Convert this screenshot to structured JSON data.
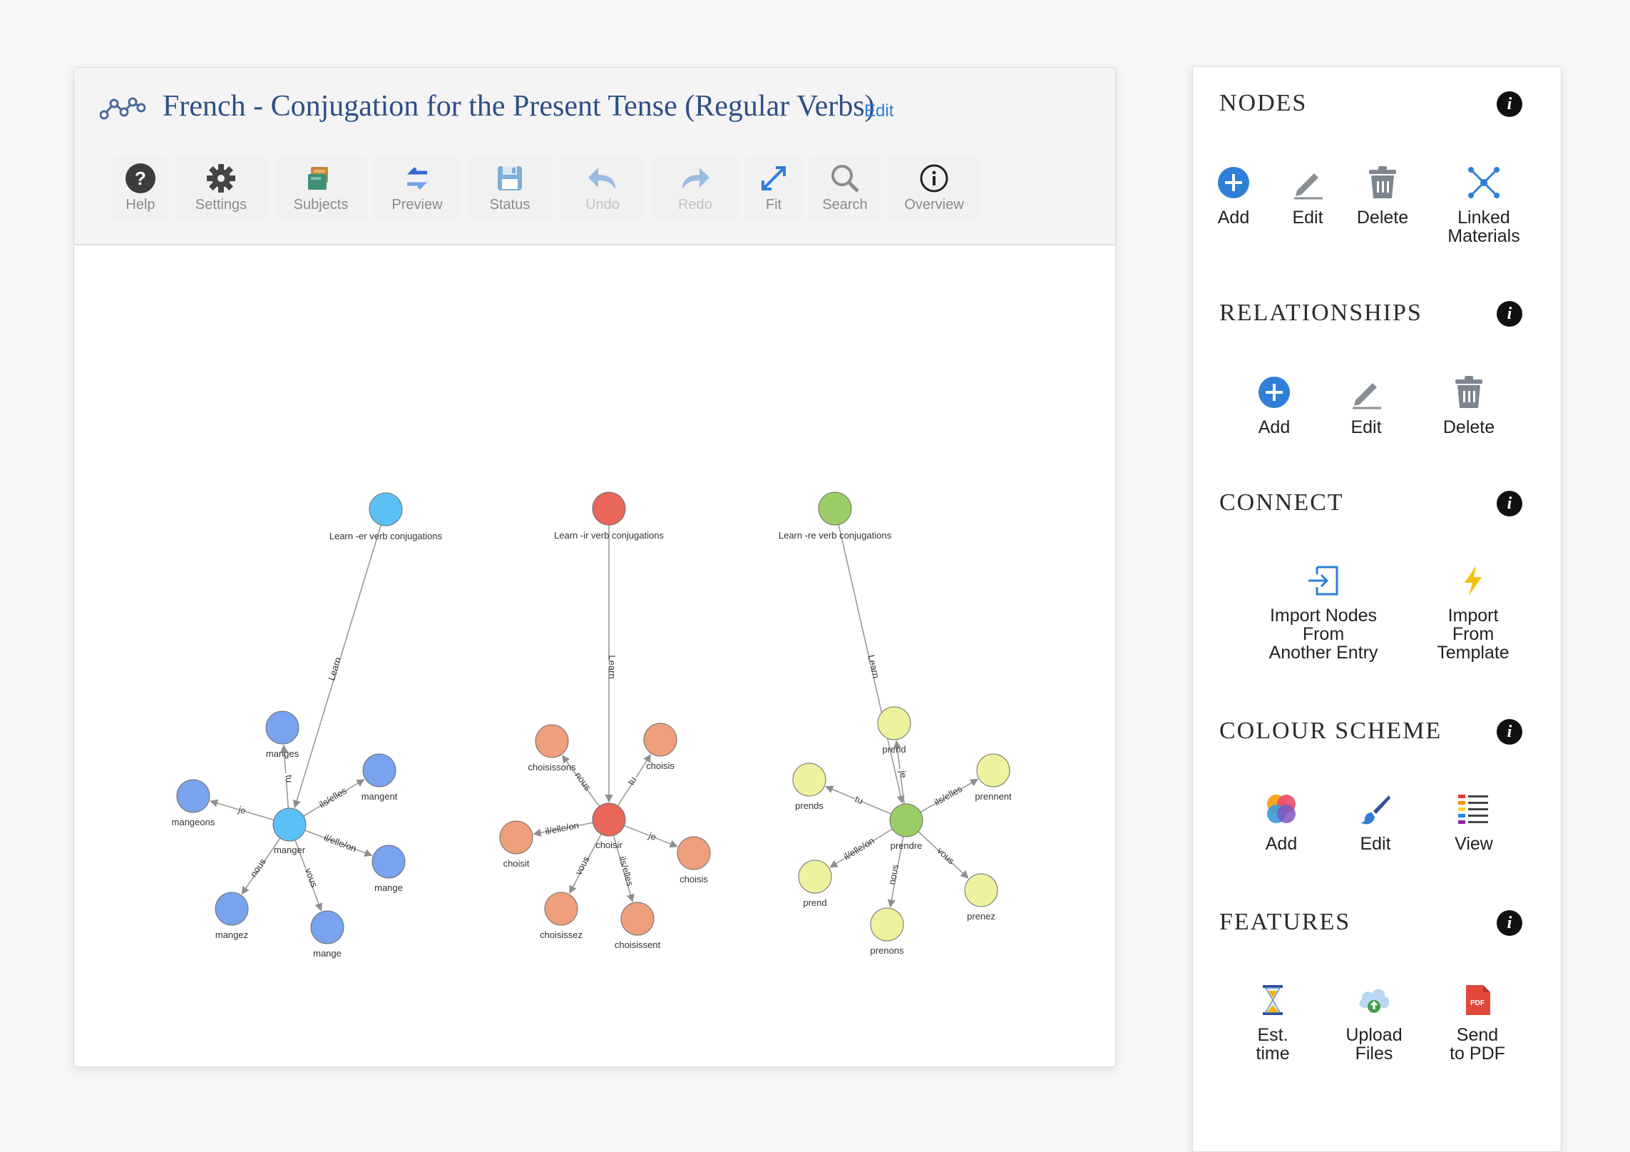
{
  "title": "French - Conjugation for the Present Tense (Regular Verbs)",
  "title_edit": "Edit",
  "toolbar": [
    {
      "label": "Help"
    },
    {
      "label": "Settings"
    },
    {
      "label": "Subjects"
    },
    {
      "label": "Preview"
    },
    {
      "label": "Status"
    },
    {
      "label": "Undo"
    },
    {
      "label": "Redo"
    },
    {
      "label": "Fit"
    },
    {
      "label": "Search"
    },
    {
      "label": "Overview"
    }
  ],
  "graph": {
    "er": {
      "root": "Learn -er verb conjugations",
      "link": "Learn",
      "center": "manger",
      "nodes": [
        "manges",
        "mangent",
        "mange",
        "mange",
        "mangez",
        "mangeons"
      ],
      "edges": [
        "tu",
        "ils/elles",
        "il/elle/on",
        "vous",
        "nous",
        "je"
      ]
    },
    "ir": {
      "root": "Learn -ir verb conjugations",
      "link": "Learn",
      "center": "choisir",
      "nodes": [
        "choisissons",
        "choisis",
        "choisit",
        "choisis",
        "choisissez",
        "choisissent"
      ],
      "edges": [
        "nous",
        "tu",
        "il/elle/on",
        "je",
        "vous",
        "ils/elles"
      ]
    },
    "re": {
      "root": "Learn -re verb conjugations",
      "link": "Learn",
      "center": "prendre",
      "nodes": [
        "prend",
        "prends",
        "prennent",
        "prend",
        "prenons",
        "prenez"
      ],
      "edges": [
        "je",
        "tu",
        "ils/elles",
        "il/elle/on",
        "nous",
        "vous"
      ]
    }
  },
  "colors": {
    "er_root": "#5bc0f5",
    "er_center": "#5bc0f5",
    "er_leaf": "#79a2ef",
    "ir_root": "#e8665a",
    "ir_center": "#e8665a",
    "ir_leaf": "#ef9f7c",
    "re_root": "#9bcd66",
    "re_center": "#9bcd66",
    "re_leaf": "#eef29e"
  },
  "panel": {
    "nodes": {
      "title": "NODES",
      "add": "Add",
      "edit": "Edit",
      "delete": "Delete",
      "linked": "Linked\nMaterials"
    },
    "relationships": {
      "title": "RELATIONSHIPS",
      "add": "Add",
      "edit": "Edit",
      "delete": "Delete"
    },
    "connect": {
      "title": "CONNECT",
      "import_nodes": "Import Nodes\nFrom\nAnother Entry",
      "import_template": "Import\nFrom\nTemplate"
    },
    "colour_scheme": {
      "title": "COLOUR SCHEME",
      "add": "Add",
      "edit": "Edit",
      "view": "View"
    },
    "features": {
      "title": "FEATURES",
      "est_time": "Est.\ntime",
      "upload": "Upload\nFiles",
      "pdf": "Send\nto PDF"
    }
  }
}
